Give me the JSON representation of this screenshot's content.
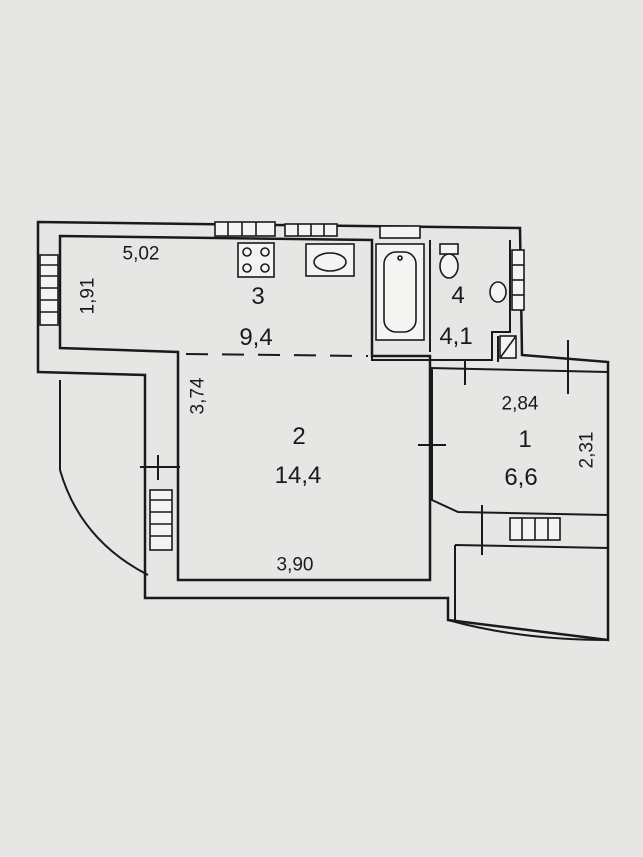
{
  "floor_plan": {
    "rooms": [
      {
        "number": "3",
        "area": "9,4"
      },
      {
        "number": "2",
        "area": "14,4"
      },
      {
        "number": "4",
        "area": "4,1"
      },
      {
        "number": "1",
        "area": "6,6"
      }
    ],
    "dimensions": {
      "kitchen_width": "5,02",
      "kitchen_depth": "1,91",
      "living_depth": "3,74",
      "living_width": "3,90",
      "hall_width": "2,84",
      "hall_depth": "2,31"
    },
    "colors": {
      "paper": "#e6e6e4",
      "ink": "#1a1a1a",
      "wall_fill": "#f4f4f2"
    },
    "fixture_icons": [
      "stove-icon",
      "kitchen-sink-icon",
      "bathtub-icon",
      "toilet-icon",
      "washbasin-icon"
    ]
  }
}
